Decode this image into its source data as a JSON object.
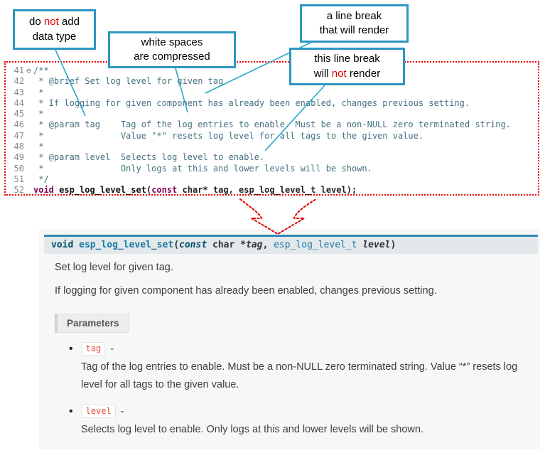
{
  "colors": {
    "callout_border": "#2e96c0",
    "connector_line": "#2aa7cc",
    "annotation_red": "#e80000",
    "signature_accent": "#3089b8",
    "param_name_red": "#e74c3c",
    "code_keyword": "#7f0055",
    "code_comment": "#44717f"
  },
  "callouts": {
    "c1": {
      "l1a": "do ",
      "l1b": "not",
      "l1c": " add",
      "l2": "data type"
    },
    "c2": {
      "l1": "white spaces",
      "l2": "are compressed"
    },
    "c3": {
      "l1": "a line break",
      "l2": "that will render"
    },
    "c4": {
      "l1": "this line break",
      "l2a": "will ",
      "l2b": "not",
      "l2c": " render"
    }
  },
  "code": {
    "lines": [
      {
        "num": "41",
        "fold": "⊖",
        "text": "/**"
      },
      {
        "num": "42",
        "text": " * @brief Set log level for given tag"
      },
      {
        "num": "43",
        "text": " *"
      },
      {
        "num": "44",
        "text": " * If logging for given component has already been enabled, changes previous setting."
      },
      {
        "num": "45",
        "text": " *"
      },
      {
        "num": "46",
        "text": " * @param tag    Tag of the log entries to enable. Must be a non-NULL zero terminated string."
      },
      {
        "num": "47",
        "text": " *               Value \"*\" resets log level for all tags to the given value."
      },
      {
        "num": "48",
        "text": " *"
      },
      {
        "num": "49",
        "text": " * @param level  Selects log level to enable."
      },
      {
        "num": "50",
        "text": " *               Only logs at this and lower levels will be shown."
      },
      {
        "num": "51",
        "text": " */"
      }
    ],
    "line52": {
      "num": "52",
      "kw": "void ",
      "name": "esp_log_level_set",
      "p1": "(",
      "kw2": "const",
      "rest": " char* tag, esp_log_level_t level);"
    }
  },
  "docs": {
    "sig": {
      "kw": "void ",
      "name": "esp_log_level_set",
      "p1": "(",
      "kw2": "const",
      "t1": " char *",
      "a1": "tag",
      "comma": ", ",
      "t2": "esp_log_level_t ",
      "a2": "level",
      "p2": ")"
    },
    "para1": "Set log level for given tag.",
    "para2": "If logging for given component has already been enabled, changes previous setting.",
    "parameters_label": "Parameters",
    "params": [
      {
        "name": "tag",
        "dash": "-",
        "desc": "Tag of the log entries to enable. Must be a non-NULL zero terminated string. Value “*” resets log level for all tags to the given value."
      },
      {
        "name": "level",
        "dash": "-",
        "desc": "Selects log level to enable. Only logs at this and lower levels will be shown."
      }
    ]
  }
}
